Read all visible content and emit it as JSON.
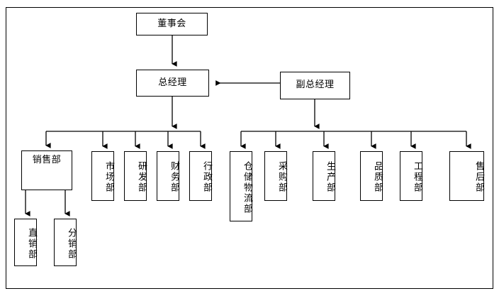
{
  "diagram": {
    "type": "org-chart",
    "title": "",
    "orientation": "top-down",
    "background_color": "#ffffff",
    "line_color": "#000000",
    "box_fill": "#ffffff",
    "has_outer_frame": true
  },
  "nodes": {
    "board": {
      "label": "董事会",
      "level": 0,
      "text_direction": "horizontal"
    },
    "gm": {
      "label": "总经理",
      "level": 1,
      "text_direction": "horizontal"
    },
    "deputy_gm": {
      "label": "副总经理",
      "level": 1,
      "text_direction": "horizontal"
    },
    "sales": {
      "label": "销售部",
      "level": 2,
      "text_direction": "horizontal"
    },
    "marketing": {
      "label": "市场部",
      "level": 2,
      "text_direction": "vertical"
    },
    "rnd": {
      "label": "研发部",
      "level": 2,
      "text_direction": "vertical"
    },
    "finance": {
      "label": "财务部",
      "level": 2,
      "text_direction": "vertical"
    },
    "admin": {
      "label": "行政部",
      "level": 2,
      "text_direction": "vertical"
    },
    "warehouse": {
      "label": "仓储物流部",
      "level": 2,
      "text_direction": "vertical"
    },
    "purchasing": {
      "label": "采购部",
      "level": 2,
      "text_direction": "vertical"
    },
    "production": {
      "label": "生产部",
      "level": 2,
      "text_direction": "vertical"
    },
    "quality": {
      "label": "品质部",
      "level": 2,
      "text_direction": "vertical"
    },
    "engineering": {
      "label": "工程部",
      "level": 2,
      "text_direction": "vertical"
    },
    "aftersales": {
      "label": "售后部",
      "level": 2,
      "text_direction": "vertical"
    },
    "direct_sales": {
      "label": "直销部",
      "level": 3,
      "text_direction": "vertical"
    },
    "distribution": {
      "label": "分销部",
      "level": 3,
      "text_direction": "vertical"
    }
  },
  "edges": [
    {
      "from": "board",
      "to": "gm",
      "style": "arrow-down"
    },
    {
      "from": "deputy_gm",
      "to": "gm",
      "style": "arrow-left"
    },
    {
      "from": "gm",
      "to": "sales",
      "style": "bus-arrow-down"
    },
    {
      "from": "gm",
      "to": "marketing",
      "style": "bus-arrow-down"
    },
    {
      "from": "gm",
      "to": "rnd",
      "style": "bus-arrow-down"
    },
    {
      "from": "gm",
      "to": "finance",
      "style": "bus-arrow-down"
    },
    {
      "from": "gm",
      "to": "admin",
      "style": "bus-arrow-down"
    },
    {
      "from": "deputy_gm",
      "to": "warehouse",
      "style": "bus-arrow-down"
    },
    {
      "from": "deputy_gm",
      "to": "purchasing",
      "style": "bus-arrow-down"
    },
    {
      "from": "deputy_gm",
      "to": "production",
      "style": "bus-arrow-down"
    },
    {
      "from": "deputy_gm",
      "to": "quality",
      "style": "bus-arrow-down"
    },
    {
      "from": "deputy_gm",
      "to": "engineering",
      "style": "bus-arrow-down"
    },
    {
      "from": "deputy_gm",
      "to": "aftersales",
      "style": "bus-arrow-down"
    },
    {
      "from": "sales",
      "to": "direct_sales",
      "style": "arrow-down"
    },
    {
      "from": "sales",
      "to": "distribution",
      "style": "arrow-down"
    }
  ]
}
